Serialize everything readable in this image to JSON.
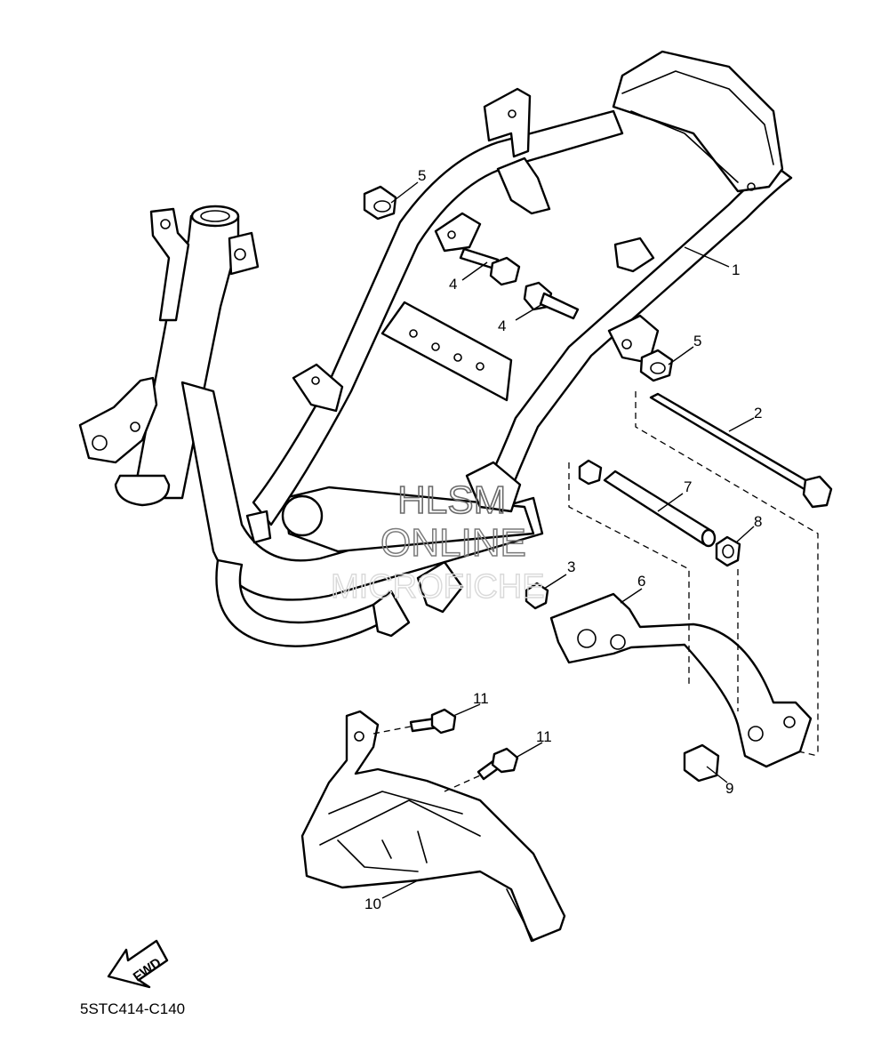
{
  "diagram": {
    "callouts": [
      {
        "id": "c1",
        "label": "1"
      },
      {
        "id": "c2",
        "label": "2"
      },
      {
        "id": "c3",
        "label": "3"
      },
      {
        "id": "c4a",
        "label": "4"
      },
      {
        "id": "c4b",
        "label": "4"
      },
      {
        "id": "c5a",
        "label": "5"
      },
      {
        "id": "c5b",
        "label": "5"
      },
      {
        "id": "c6",
        "label": "6"
      },
      {
        "id": "c7",
        "label": "7"
      },
      {
        "id": "c8",
        "label": "8"
      },
      {
        "id": "c9",
        "label": "9"
      },
      {
        "id": "c10",
        "label": "10"
      },
      {
        "id": "c11a",
        "label": "11"
      },
      {
        "id": "c11b",
        "label": "11"
      }
    ],
    "watermark": {
      "line1": "HLSM",
      "line2": "ONLINE",
      "line3": "MICROFICHE"
    },
    "fwd_label": "FWD",
    "diagram_code": "5STC414-C140"
  }
}
